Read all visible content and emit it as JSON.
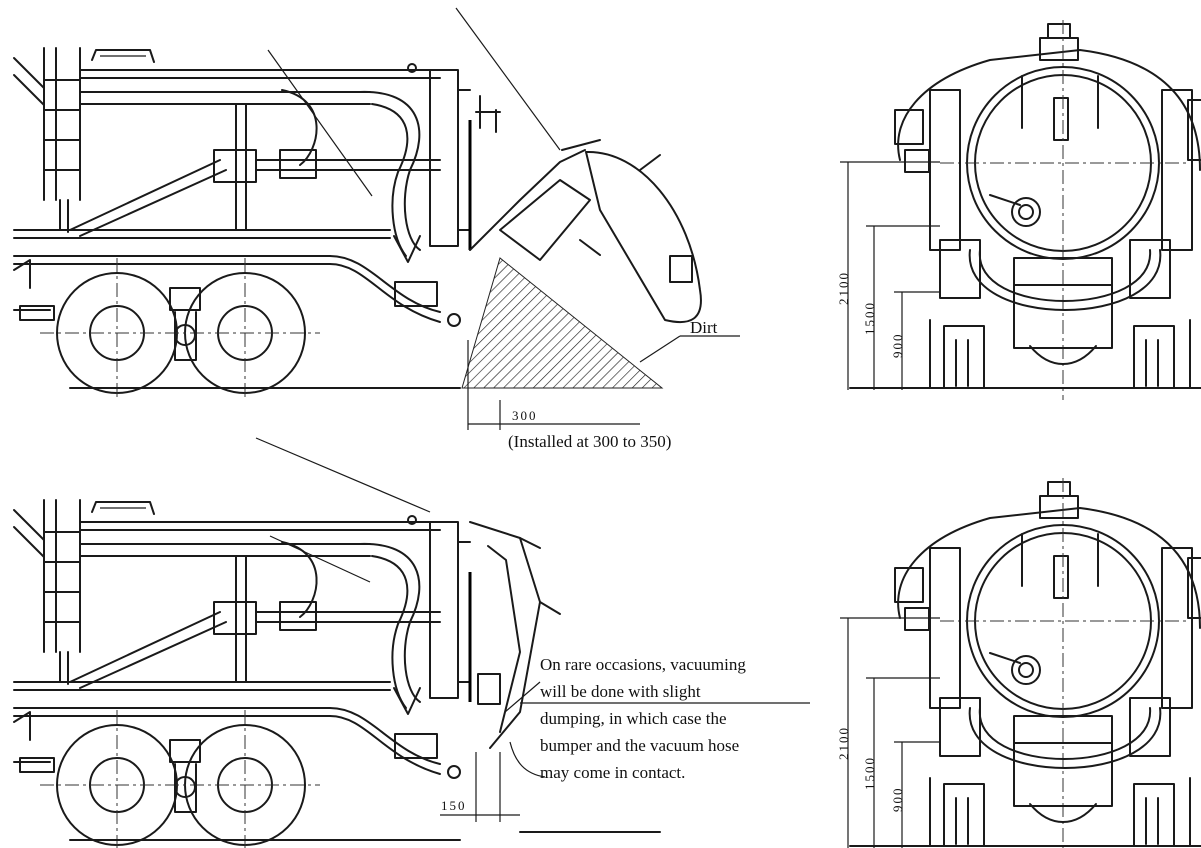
{
  "labels": {
    "dirt": "Dirt",
    "top_clearance_value": "300",
    "installed_note": "(Installed at 300 to 350)",
    "bottom_clearance_value": "150",
    "rare_note_lines": [
      "On rare occasions, vacuuming",
      "will be done with slight",
      "dumping, in which case the",
      "bumper and the vacuum hose",
      "may come in contact."
    ]
  },
  "dimensions": {
    "top_rear": [
      "2100",
      "1500",
      "900"
    ],
    "bottom_rear": [
      "2100",
      "1500",
      "900"
    ]
  }
}
